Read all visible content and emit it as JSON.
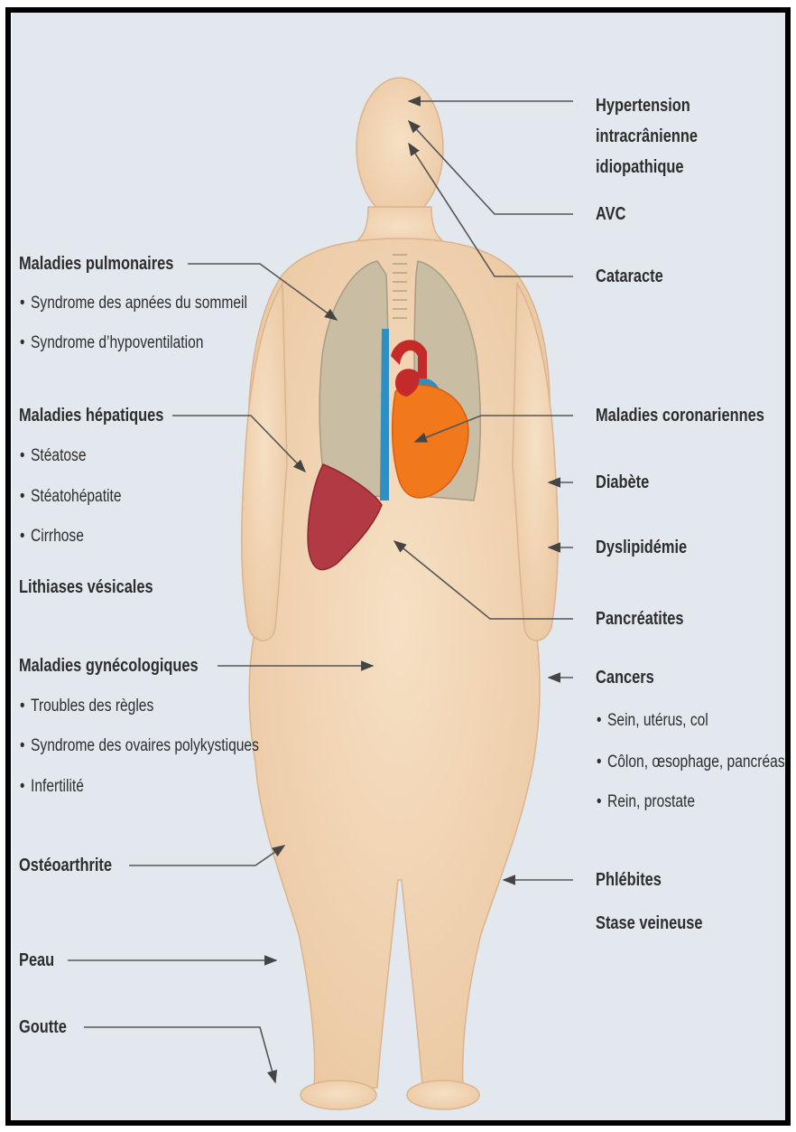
{
  "labels": {
    "hypertension": "Hypertension\nintracrânienne idiopathique",
    "avc": "AVC",
    "cataracte": "Cataracte",
    "coronaires": "Maladies coronariennes",
    "diabete": "Diabète",
    "dyslipidemie": "Dyslipidémie",
    "pancreatites": "Pancréatites",
    "cancers": "Cancers",
    "phlebites": "Phlébites",
    "stase": "Stase veineuse",
    "pulmonaires": "Maladies pulmonaires",
    "hepatiques": "Maladies hépatiques",
    "lithiases": "Lithiases vésicales",
    "gyneco": "Maladies gynécologiques",
    "osteo": "Ostéoarthrite",
    "peau": "Peau",
    "goutte": "Goutte"
  },
  "lists": {
    "pulmonaires": [
      "Syndrome des apnées du sommeil",
      "Syndrome d’hypoventilation"
    ],
    "hepatiques": [
      "Stéatose",
      "Stéatohépatite",
      "Cirrhose"
    ],
    "gyneco": [
      "Troubles des règles",
      "Syndrome des ovaires polykystiques",
      "Infertilité"
    ],
    "cancers": [
      "Sein, utérus, col",
      "Côlon, œsophage, pancréas",
      "Rein, prostate"
    ]
  },
  "colors": {
    "background": "#e3e8ee",
    "skin": "#f2d6b6",
    "lung": "#c9bda3",
    "liver": "#b23a44",
    "heart": "#f2781c",
    "vessel": "#2d8fc4",
    "aorta": "#c42a2a",
    "line": "#555555",
    "text": "#2d2d2d"
  }
}
